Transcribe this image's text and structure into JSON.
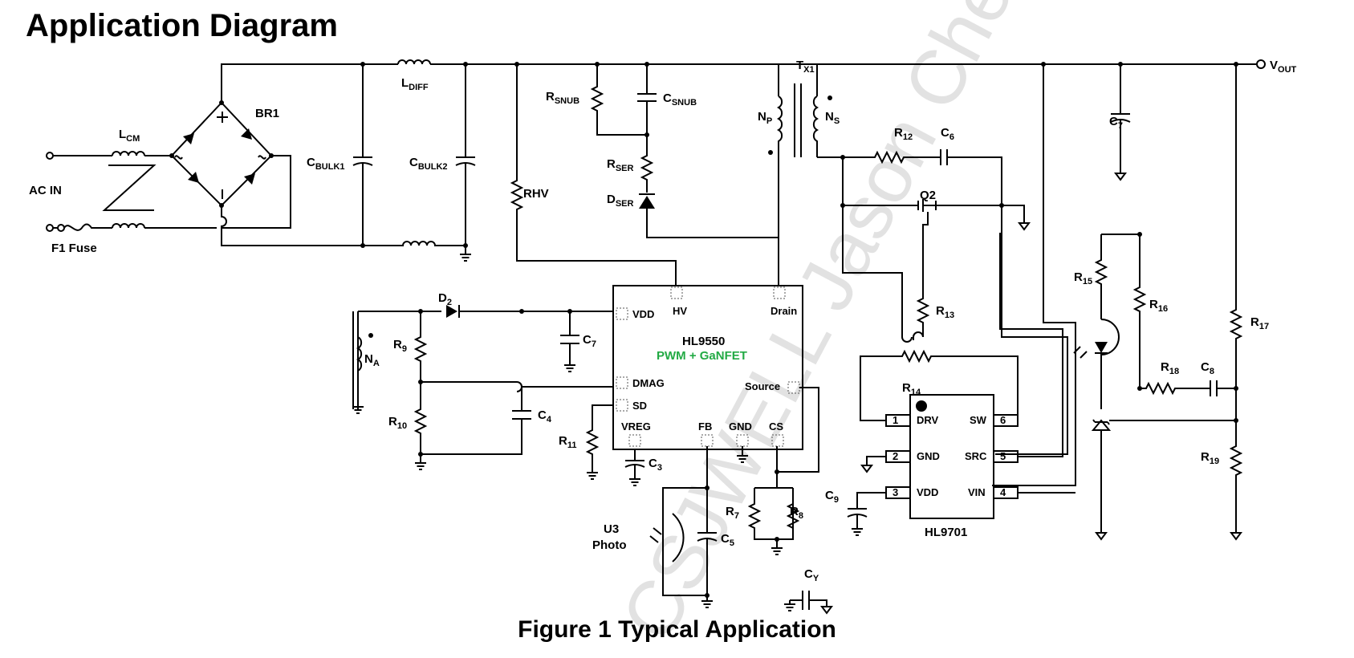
{
  "header": {
    "title": "Application Diagram"
  },
  "caption": "Figure 1 Typical Application",
  "watermark": "CSJWELL Jason Chen",
  "inputs": {
    "ac_in": "AC IN",
    "fuse_label": "F1 Fuse"
  },
  "components": {
    "lcm": {
      "main": "L",
      "sub": "CM"
    },
    "br1": {
      "main": "BR1"
    },
    "cbulk1": {
      "main": "C",
      "sub": "BULK1"
    },
    "cbulk2": {
      "main": "C",
      "sub": "BULK2"
    },
    "ldiff": {
      "main": "L",
      "sub": "DIFF"
    },
    "rsnub": {
      "main": "R",
      "sub": "SNUB"
    },
    "csnub": {
      "main": "C",
      "sub": "SNUB"
    },
    "rser": {
      "main": "R",
      "sub": "SER"
    },
    "dser": {
      "main": "D",
      "sub": "SER"
    },
    "rhv": {
      "main": "RHV"
    },
    "np": {
      "main": "N",
      "sub": "P"
    },
    "ns": {
      "main": "N",
      "sub": "S"
    },
    "tx1": {
      "main": "T",
      "sub": "X1"
    },
    "r12": {
      "main": "R",
      "sub": "12"
    },
    "c6": {
      "main": "C",
      "sub": "6"
    },
    "q2": {
      "main": "Q2"
    },
    "c7_top": {
      "main": "C",
      "sub": "7"
    },
    "vout": {
      "main": "V",
      "sub": "OUT"
    },
    "d2": {
      "main": "D",
      "sub": "2"
    },
    "na": {
      "main": "N",
      "sub": "A"
    },
    "r9": {
      "main": "R",
      "sub": "9"
    },
    "r10": {
      "main": "R",
      "sub": "10"
    },
    "c4": {
      "main": "C",
      "sub": "4"
    },
    "c7": {
      "main": "C",
      "sub": "7"
    },
    "r11": {
      "main": "R",
      "sub": "11"
    },
    "c3": {
      "main": "C",
      "sub": "3"
    },
    "u3": {
      "main": "U3"
    },
    "photo": {
      "main": "Photo"
    },
    "c5": {
      "main": "C",
      "sub": "5"
    },
    "r7": {
      "main": "R",
      "sub": "7"
    },
    "r8": {
      "main": "R",
      "sub": "8"
    },
    "cy": {
      "main": "C",
      "sub": "Y"
    },
    "r13": {
      "main": "R",
      "sub": "13"
    },
    "r14": {
      "main": "R",
      "sub": "14"
    },
    "c9": {
      "main": "C",
      "sub": "9"
    },
    "r15": {
      "main": "R",
      "sub": "15"
    },
    "r16": {
      "main": "R",
      "sub": "16"
    },
    "r17": {
      "main": "R",
      "sub": "17"
    },
    "r18": {
      "main": "R",
      "sub": "18"
    },
    "c8": {
      "main": "C",
      "sub": "8"
    },
    "r19": {
      "main": "R",
      "sub": "19"
    }
  },
  "ic_main": {
    "name": "HL9550",
    "subtitle": "PWM + GaNFET",
    "pins": {
      "vdd": "VDD",
      "hv": "HV",
      "drain": "Drain",
      "dmag": "DMAG",
      "sd": "SD",
      "source": "Source",
      "vreg": "VREG",
      "fb": "FB",
      "gnd": "GND",
      "cs": "CS"
    }
  },
  "ic_sr": {
    "name": "HL9701",
    "pins": [
      {
        "num": "1",
        "name": "DRV"
      },
      {
        "num": "2",
        "name": "GND"
      },
      {
        "num": "3",
        "name": "VDD"
      },
      {
        "num": "4",
        "name": "VIN"
      },
      {
        "num": "5",
        "name": "SRC"
      },
      {
        "num": "6",
        "name": "SW"
      }
    ]
  },
  "colors": {
    "subtitle_green": "#22aa44",
    "watermark": "#cfcfcf"
  }
}
